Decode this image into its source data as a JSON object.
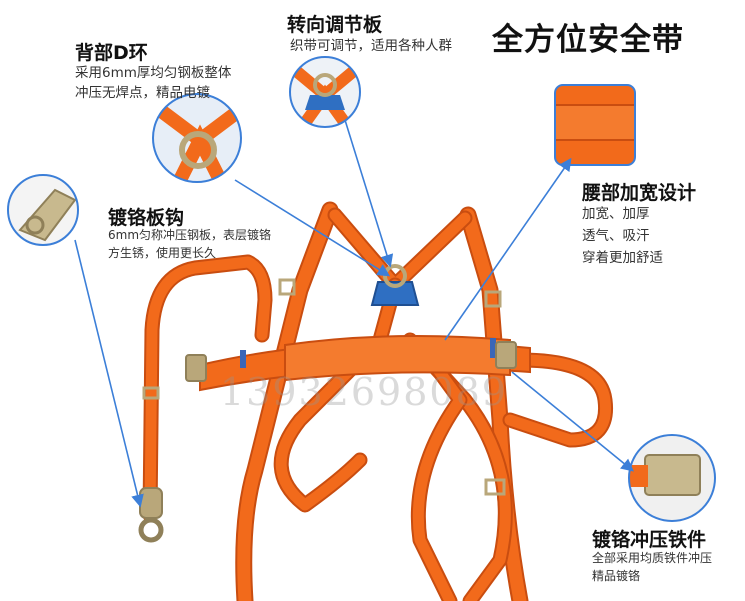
{
  "title": "全方位安全带",
  "labels": {
    "back_d_ring": {
      "heading": "背部D环",
      "desc": "采用6mm厚均匀钢板整体\n冲压无焊点，精品电镀"
    },
    "swivel_plate": {
      "heading": "转向调节板",
      "desc": "织带可调节，适用各种人群"
    },
    "hook": {
      "heading": "镀铬板钩",
      "desc": "6mm匀称冲压钢板，表层镀铬\n方生锈，使用更长久"
    },
    "waist": {
      "heading": "腰部加宽设计",
      "desc": "加宽、加厚\n透气、吸汗\n穿着更加舒适"
    },
    "buckle": {
      "heading": "镀铬冲压铁件",
      "desc": "全部采用均质铁件冲压\n精品镀铬"
    }
  },
  "watermark": "13932698089",
  "colors": {
    "strap": "#f26a1b",
    "strap_dark": "#c94d10",
    "metal": "#b9a77a",
    "arrow": "#3c7fd8",
    "background": "#ffffff"
  }
}
